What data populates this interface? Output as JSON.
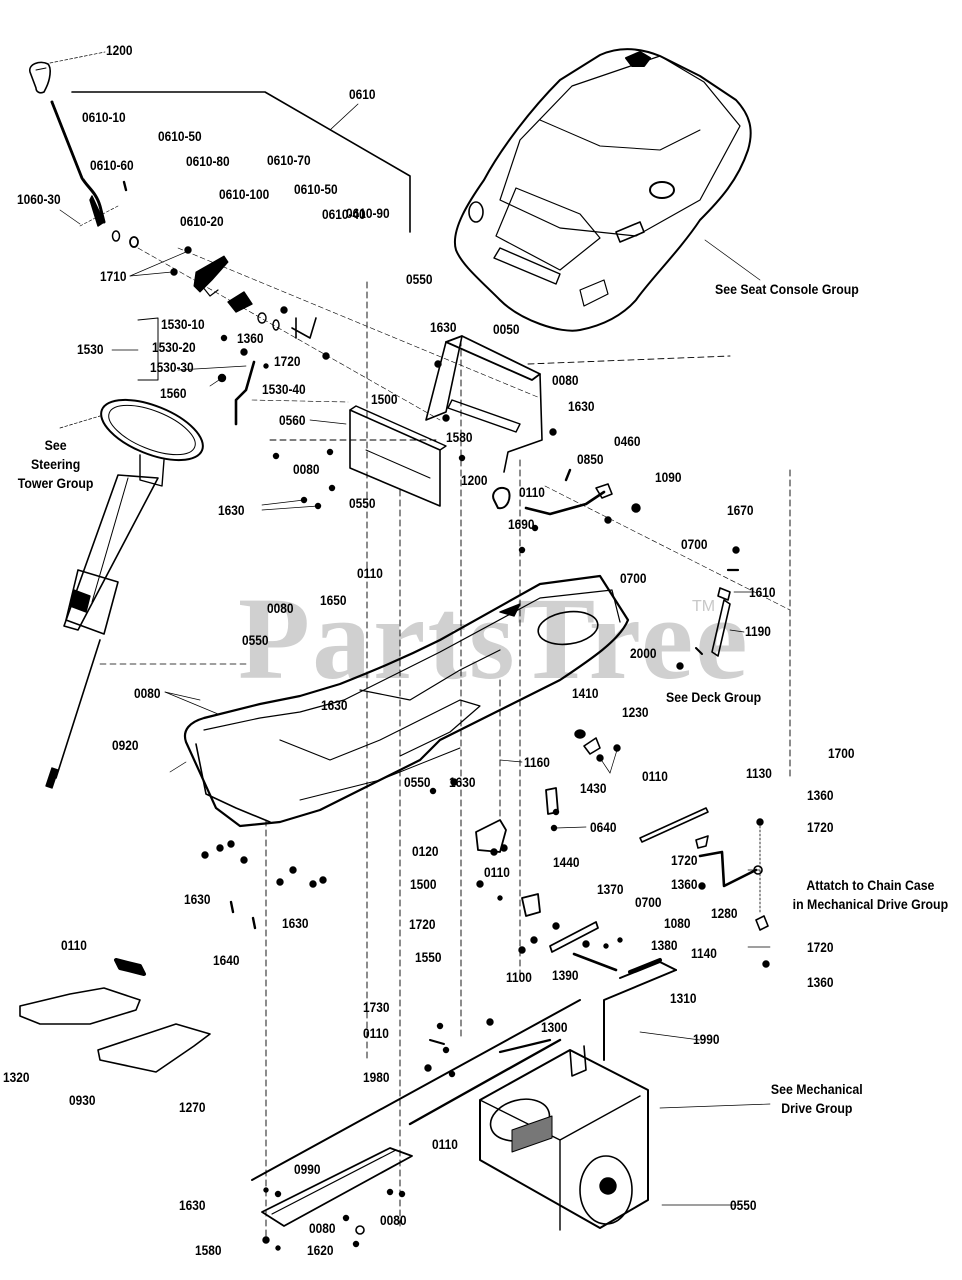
{
  "diagram": {
    "type": "exploded parts diagram",
    "subject": "Lawn tractor frame / chassis assembly",
    "watermark": "PartsTree",
    "watermark_mark": "TM",
    "part_labels": [
      "1200",
      "0610",
      "0610-10",
      "0610-50",
      "0610-60",
      "0610-80",
      "1060-30",
      "0610-70",
      "0610-100",
      "0610-50",
      "0610-40",
      "0610-20",
      "0610-90",
      "1710",
      "0550",
      "1530-10",
      "1360",
      "1630",
      "0050",
      "1530",
      "1530-20",
      "1720",
      "1530-30",
      "1530-40",
      "1560",
      "0080",
      "1500",
      "1630",
      "0560",
      "1580",
      "0080",
      "1200",
      "0110",
      "0850",
      "0460",
      "1090",
      "1630",
      "0550",
      "1690",
      "1670",
      "0700",
      "0110",
      "1610",
      "0700",
      "1650",
      "1190",
      "0080",
      "0550",
      "2000",
      "0080",
      "1630",
      "1410",
      "1230",
      "0920",
      "1160",
      "0110",
      "0550",
      "1630",
      "1430",
      "1700",
      "1130",
      "0640",
      "1360",
      "1720",
      "0120",
      "1720",
      "0110",
      "1360",
      "1500",
      "1440",
      "1370",
      "0700",
      "1280",
      "1630",
      "1080",
      "1720",
      "1140",
      "1720",
      "1380",
      "1630",
      "1640",
      "1390",
      "1360",
      "1100",
      "0110",
      "1550",
      "1310",
      "1730",
      "1300",
      "0110",
      "1990",
      "1320",
      "1980",
      "0930",
      "1270",
      "0110",
      "0550",
      "0990",
      "1630",
      "0080",
      "0080",
      "1580",
      "1620"
    ],
    "group_references": {
      "seat_console": "See Seat Console Group",
      "steering_tower": [
        "See",
        "Steering",
        "Tower Group"
      ],
      "deck": "See Deck Group",
      "chain_case": [
        "Attatch to Chain  Case",
        "in Mechanical Drive Group"
      ],
      "mechanical_drive": [
        "See Mechanical",
        "Drive Group"
      ]
    },
    "colors": {
      "line": "#000000",
      "background": "#ffffff",
      "watermark": "#c8c8c8"
    }
  }
}
